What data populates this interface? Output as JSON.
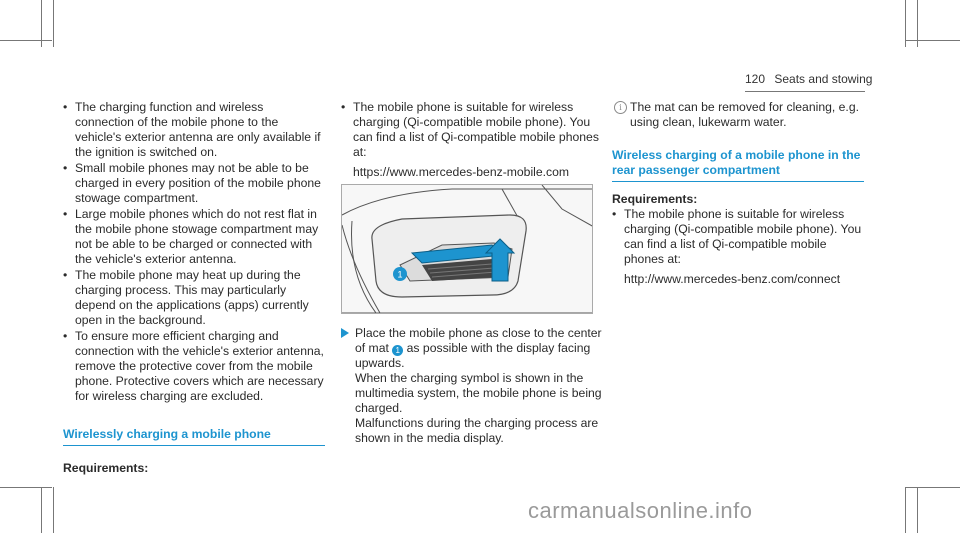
{
  "header": {
    "page_number": "120",
    "section": "Seats and stowing"
  },
  "col1": {
    "bullets": [
      "The charging function and wireless connection of the mobile phone to the vehicle's exterior antenna are only available if the ignition is switched on.",
      "Small mobile phones may not be able to be charged in every position of the mobile phone stowage compartment.",
      "Large mobile phones which do not rest flat in the mobile phone stowage compartment may not be able to be charged or connected with the vehicle's exterior antenna.",
      "The mobile phone may heat up during the charging process. This may particularly depend on the applications (apps) currently open in the background.",
      "To ensure more efficient charging and connection with the vehicle's exterior antenna, remove the protective cover from the mobile phone. Protective covers which are necessary for wireless charging are excluded."
    ],
    "section_title": "Wirelessly charging a mobile phone",
    "requirements_label": "Requirements:"
  },
  "col2": {
    "bullet": "The mobile phone is suitable for wireless charging (Qi-compatible mobile phone). You can find a list of Qi-compatible mobile phones at:",
    "url": "https://www.mercedes-benz-mobile.com",
    "figure_callout": "1",
    "step_before": "Place the mobile phone as close to the center of mat",
    "step_after": "as possible with the display facing upwards.",
    "step_line2": "When the charging symbol is shown in the multimedia system, the mobile phone is being charged.",
    "step_line3": "Malfunctions during the charging process are shown in the media display."
  },
  "col3": {
    "note_icon": "i",
    "note": "The mat can be removed for cleaning, e.g. using clean, lukewarm water.",
    "section_title": "Wireless charging of a mobile phone in the rear passenger compartment",
    "requirements_label": "Requirements:",
    "bullet": "The mobile phone is suitable for wireless charging (Qi-compatible mobile phone). You can find a list of Qi-compatible mobile phones at:",
    "url": "http://www.mercedes-benz.com/connect"
  },
  "watermark": "carmanualsonline.info",
  "colors": {
    "accent": "#1d94cf",
    "text": "#2b2b2b"
  }
}
